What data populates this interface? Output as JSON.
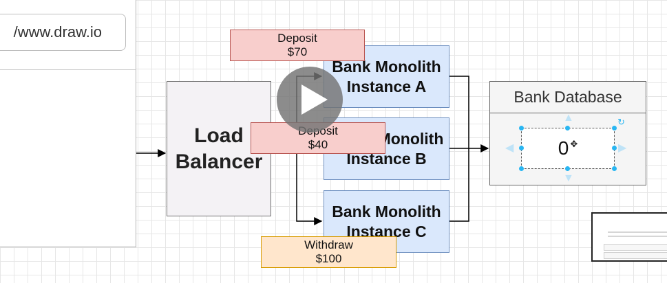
{
  "client": {
    "url": "/www.draw.io"
  },
  "diagram": {
    "load_balancer": {
      "line1": "Load",
      "line2": "Balancer"
    },
    "instances": [
      {
        "line1": "Bank Monolith",
        "line2": "Instance A"
      },
      {
        "line1": "Monolith",
        "line2": "Instance B"
      },
      {
        "line1": "Bank Monolith",
        "line2": "Instance C"
      }
    ],
    "requests": [
      {
        "line1": "Deposit",
        "line2": "$70"
      },
      {
        "line1": "Deposit",
        "line2": "$40"
      },
      {
        "line1": "Withdraw",
        "line2": "$100"
      }
    ],
    "database": {
      "title": "Bank Database",
      "value": "0"
    }
  },
  "colors": {
    "instance_fill": "#dae8fc",
    "instance_stroke": "#6c8ebf",
    "deposit_fill": "#f8cecc",
    "deposit_stroke": "#b85450",
    "withdraw_fill": "#ffe6cc",
    "withdraw_stroke": "#d79b00",
    "selection_handle": "#29b6f2"
  },
  "overlay": {
    "icon": "play-icon"
  }
}
